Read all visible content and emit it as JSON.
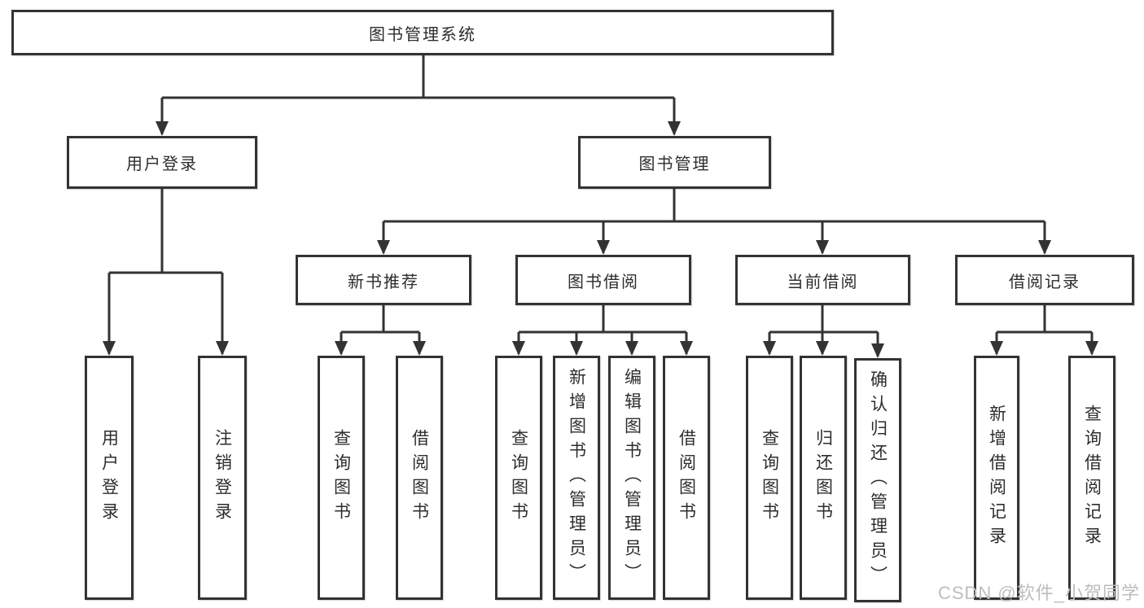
{
  "tree": {
    "label": "图书管理系统",
    "children": [
      {
        "label": "用户登录",
        "children": [
          {
            "label": "用户登录"
          },
          {
            "label": "注销登录"
          }
        ]
      },
      {
        "label": "图书管理",
        "children": [
          {
            "label": "新书推荐",
            "children": [
              {
                "label": "查询图书"
              },
              {
                "label": "借阅图书"
              }
            ]
          },
          {
            "label": "图书借阅",
            "children": [
              {
                "label": "查询图书"
              },
              {
                "label": "新增图书（管理员）"
              },
              {
                "label": "编辑图书（管理员）"
              },
              {
                "label": "借阅图书"
              }
            ]
          },
          {
            "label": "当前借阅",
            "children": [
              {
                "label": "查询图书"
              },
              {
                "label": "归还图书"
              },
              {
                "label": "确认归还（管理员）"
              }
            ]
          },
          {
            "label": "借阅记录",
            "children": [
              {
                "label": "新增借阅记录"
              },
              {
                "label": "查询借阅记录"
              }
            ]
          }
        ]
      }
    ]
  },
  "watermark": "CSDN @软件_小贺同学",
  "colors": {
    "line": "#333333",
    "box_border": "#333333",
    "text": "#2d2d2d",
    "background": "#ffffff",
    "watermark": "#bdbdbd"
  }
}
